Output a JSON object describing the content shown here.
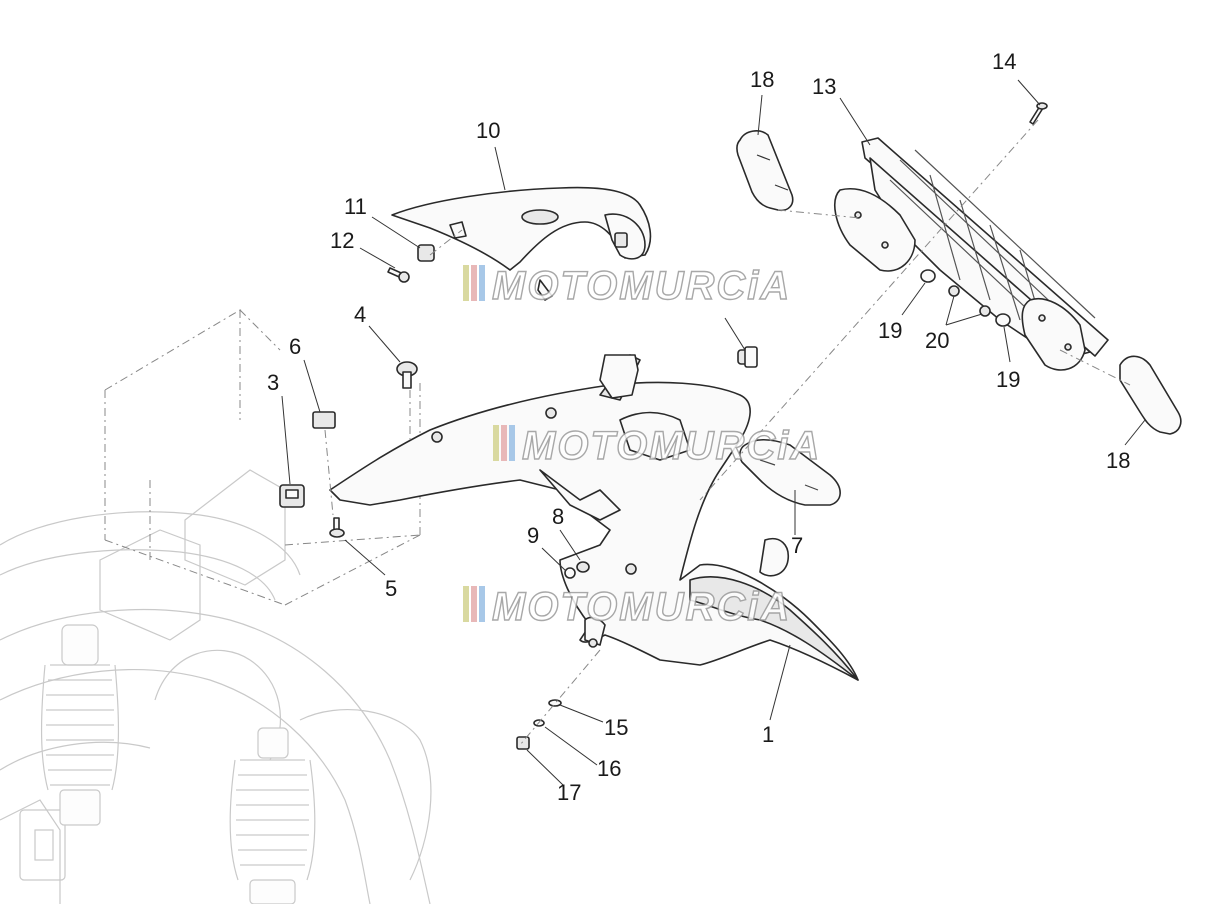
{
  "watermark": {
    "text": "MOTOMURCiA",
    "stripe_colors": [
      "#d9d9a0",
      "#e8b8b8",
      "#a8c8e8"
    ]
  },
  "callouts": {
    "c1": "1",
    "c3": "3",
    "c4": "4",
    "c5": "5",
    "c6": "6",
    "c7": "7",
    "c8": "8",
    "c9": "9",
    "c10": "10",
    "c11": "11",
    "c12": "12",
    "c13": "13",
    "c14": "14",
    "c15": "15",
    "c16": "16",
    "c17": "17",
    "c18a": "18",
    "c18b": "18",
    "c19a": "19",
    "c19b": "19",
    "c20": "20"
  }
}
